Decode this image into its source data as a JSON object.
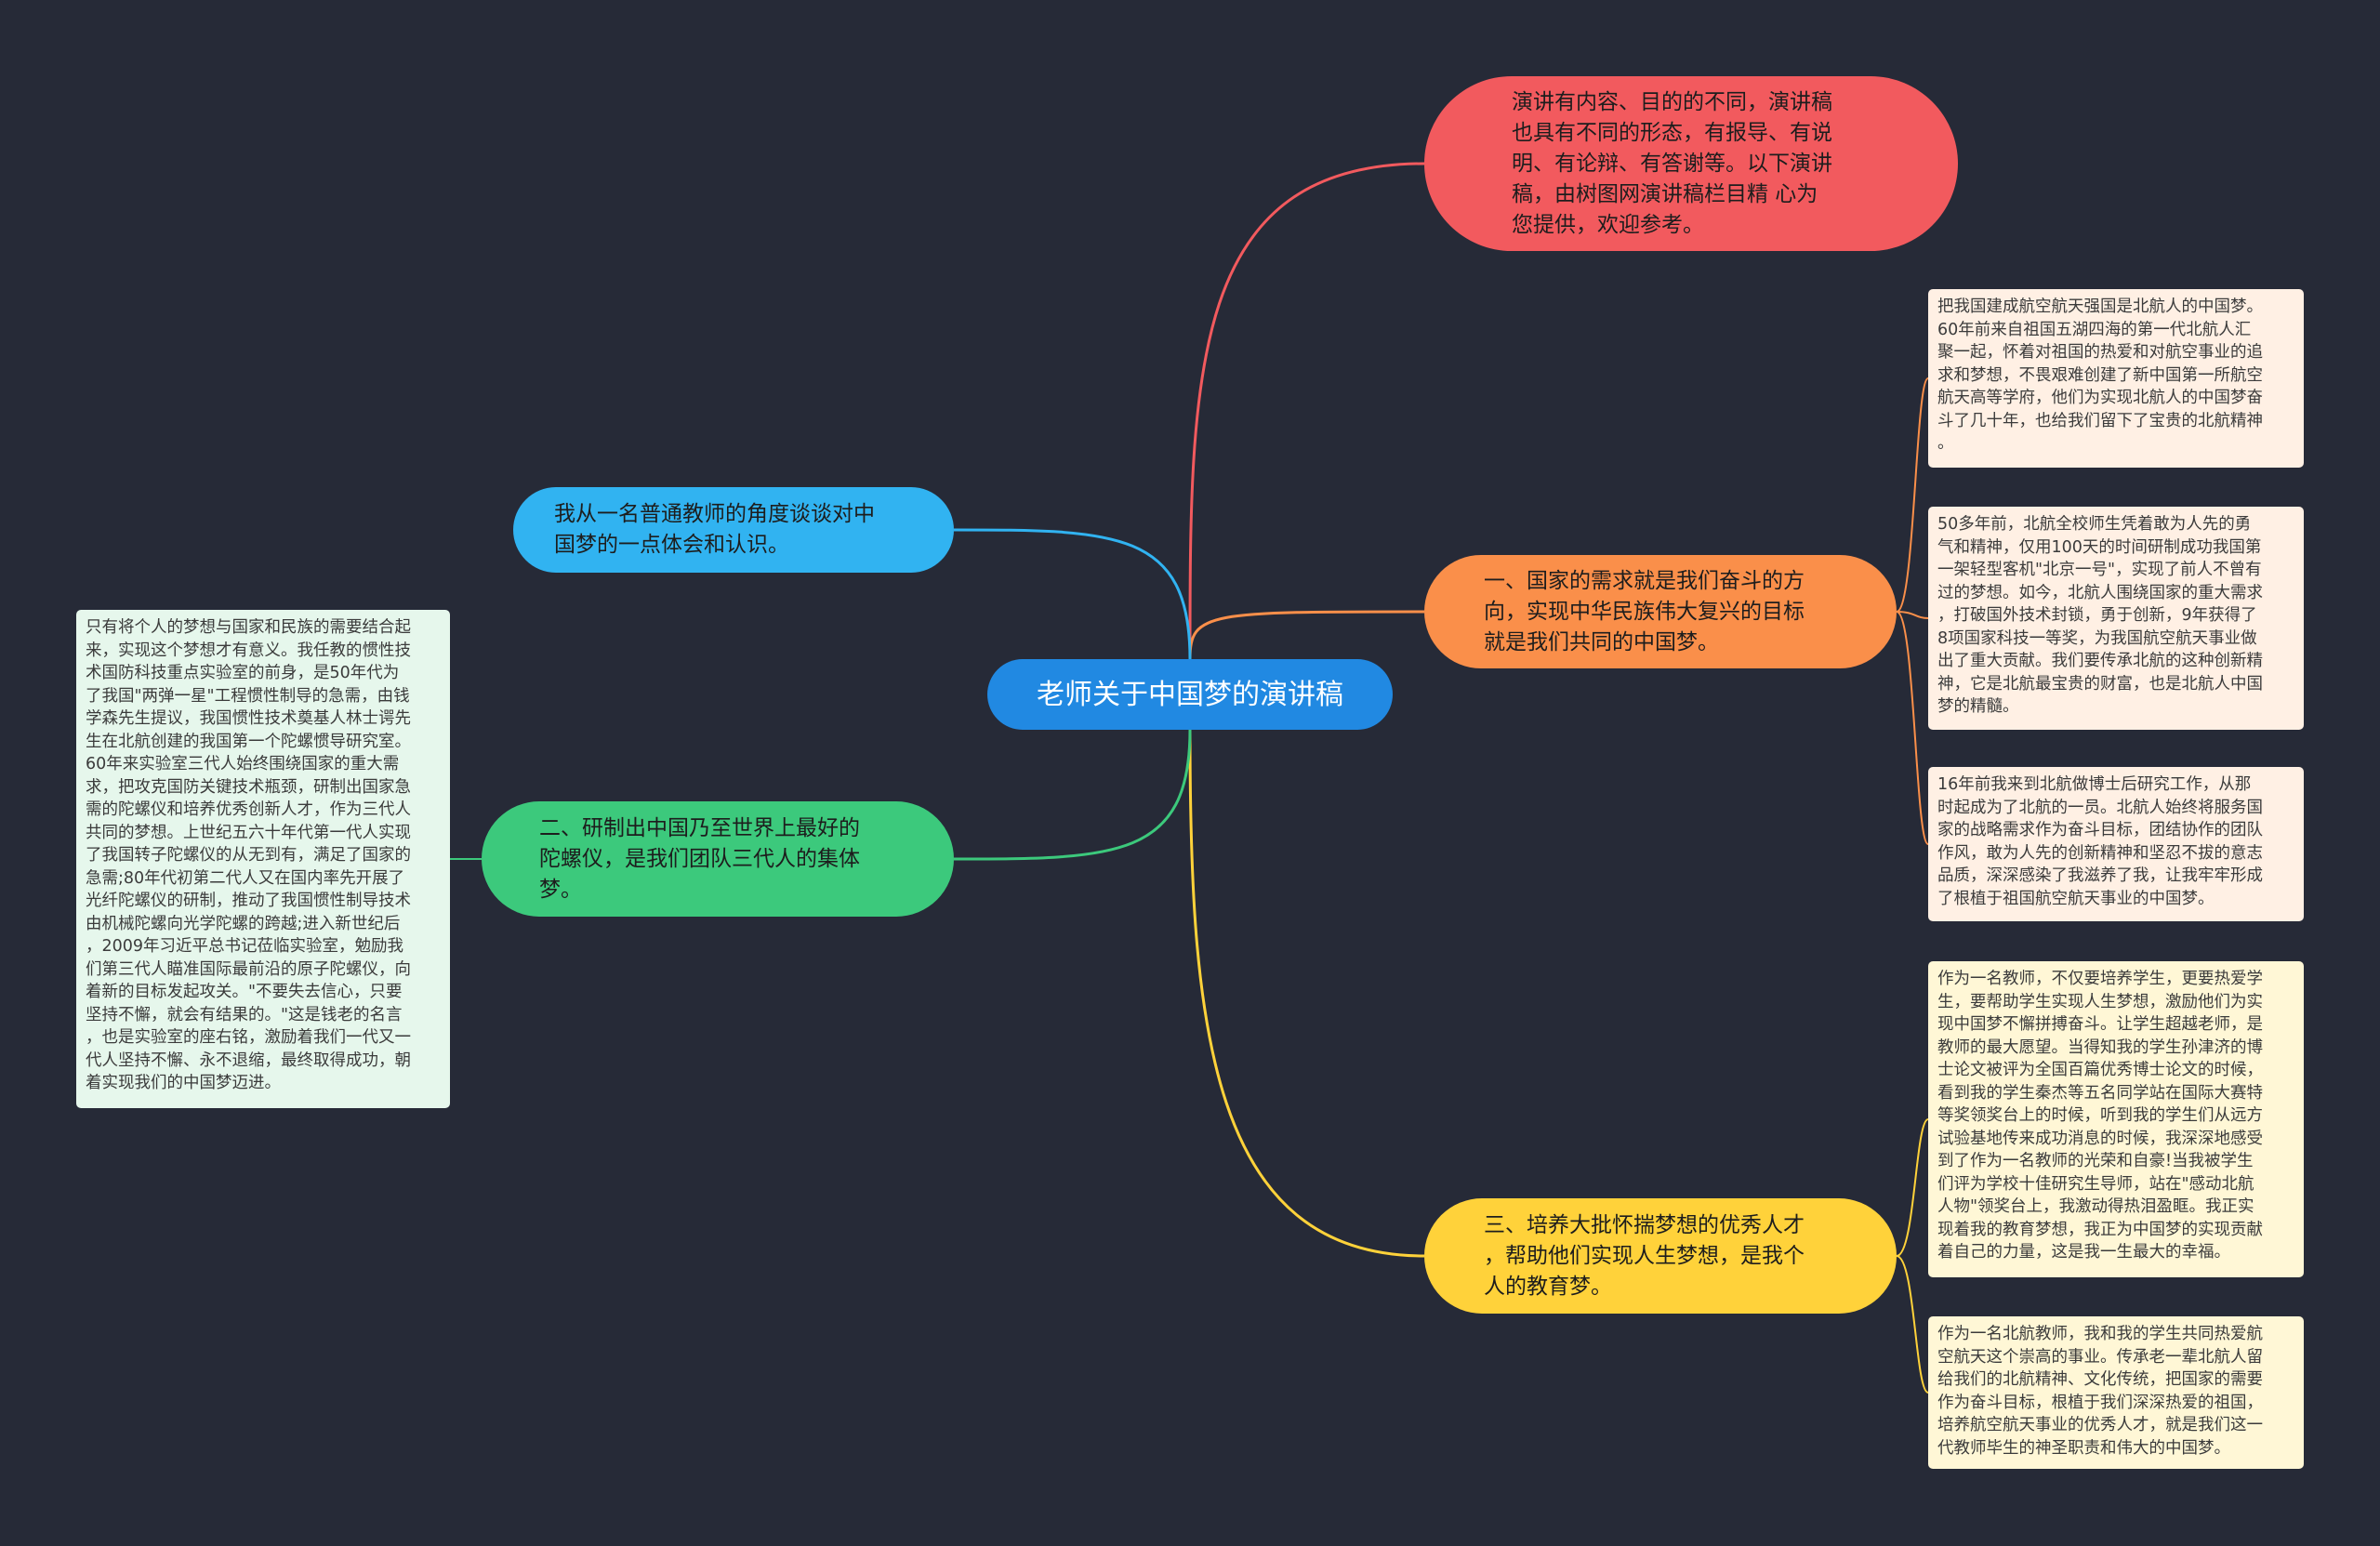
{
  "colors": {
    "background": "#262a37",
    "center": "#2189e2",
    "intro": "#f25a5e",
    "branch1": "#fa8f4a",
    "branch3": "#ffd23a",
    "left1": "#31b3f1",
    "left2": "#3cc97c"
  },
  "center": {
    "title": "老师关于中国梦的演讲稿"
  },
  "right": {
    "intro": {
      "text": "演讲有内容、目的的不同，演讲稿\n也具有不同的形态，有报导、有说\n明、有论辩、有答谢等。以下演讲\n稿，由树图网演讲稿栏目精  心为\n您提供，欢迎参考。"
    },
    "branch1": {
      "text": "一、国家的需求就是我们奋斗的方\n向，实现中华民族伟大复兴的目标\n就是我们共同的中国梦。",
      "leaves": [
        "把我国建成航空航天强国是北航人的中国梦。\n60年前来自祖国五湖四海的第一代北航人汇\n聚一起，怀着对祖国的热爱和对航空事业的追\n求和梦想，不畏艰难创建了新中国第一所航空\n航天高等学府，他们为实现北航人的中国梦奋\n斗了几十年，也给我们留下了宝贵的北航精神\n。",
        "50多年前，北航全校师生凭着敢为人先的勇\n气和精神，仅用100天的时间研制成功我国第\n一架轻型客机\"北京一号\"，实现了前人不曾有\n过的梦想。如今，北航人围绕国家的重大需求\n，打破国外技术封锁，勇于创新，9年获得了\n8项国家科技一等奖，为我国航空航天事业做\n出了重大贡献。我们要传承北航的这种创新精\n神，它是北航最宝贵的财富，也是北航人中国\n梦的精髓。",
        "16年前我来到北航做博士后研究工作，从那\n时起成为了北航的一员。北航人始终将服务国\n家的战略需求作为奋斗目标，团结协作的团队\n作风，敢为人先的创新精神和坚忍不拔的意志\n品质，深深感染了我滋养了我，让我牢牢形成\n了根植于祖国航空航天事业的中国梦。"
      ]
    },
    "branch3": {
      "text": "三、培养大批怀揣梦想的优秀人才\n，帮助他们实现人生梦想，是我个\n人的教育梦。",
      "leaves": [
        "作为一名教师，不仅要培养学生，更要热爱学\n生，要帮助学生实现人生梦想，激励他们为实\n现中国梦不懈拼搏奋斗。让学生超越老师，是\n教师的最大愿望。当得知我的学生孙津济的博\n士论文被评为全国百篇优秀博士论文的时候，\n看到我的学生秦杰等五名同学站在国际大赛特\n等奖领奖台上的时候，听到我的学生们从远方\n试验基地传来成功消息的时候，我深深地感受\n到了作为一名教师的光荣和自豪!当我被学生\n们评为学校十佳研究生导师，站在\"感动北航\n人物\"领奖台上，我激动得热泪盈眶。我正实\n现着我的教育梦想，我正为中国梦的实现贡献\n着自己的力量，这是我一生最大的幸福。",
        "作为一名北航教师，我和我的学生共同热爱航\n空航天这个崇高的事业。传承老一辈北航人留\n给我们的北航精神、文化传统，把国家的需要\n作为奋斗目标，根植于我们深深热爱的祖国，\n培养航空航天事业的优秀人才，就是我们这一\n代教师毕生的神圣职责和伟大的中国梦。"
      ]
    }
  },
  "left": {
    "left1": {
      "text": "我从一名普通教师的角度谈谈对中\n国梦的一点体会和认识。"
    },
    "left2": {
      "text": "二、研制出中国乃至世界上最好的\n陀螺仪，是我们团队三代人的集体\n梦。",
      "leaf": "只有将个人的梦想与国家和民族的需要结合起\n来，实现这个梦想才有意义。我任教的惯性技\n术国防科技重点实验室的前身，是50年代为\n了我国\"两弹一星\"工程惯性制导的急需，由钱\n学森先生提议，我国惯性技术奠基人林士谔先\n生在北航创建的我国第一个陀螺惯导研究室。\n60年来实验室三代人始终围绕国家的重大需\n求，把攻克国防关键技术瓶颈，研制出国家急\n需的陀螺仪和培养优秀创新人才，作为三代人\n共同的梦想。上世纪五六十年代第一代人实现\n了我国转子陀螺仪的从无到有，满足了国家的\n急需;80年代初第二代人又在国内率先开展了\n光纤陀螺仪的研制，推动了我国惯性制导技术\n由机械陀螺向光学陀螺的跨越;进入新世纪后\n，2009年习近平总书记莅临实验室，勉励我\n们第三代人瞄准国际最前沿的原子陀螺仪，向\n着新的目标发起攻关。\"不要失去信心，只要\n坚持不懈，就会有结果的。\"这是钱老的名言\n，也是实验室的座右铭，激励着我们一代又一\n代人坚持不懈、永不退缩，最终取得成功，朝\n着实现我们的中国梦迈进。"
    }
  }
}
